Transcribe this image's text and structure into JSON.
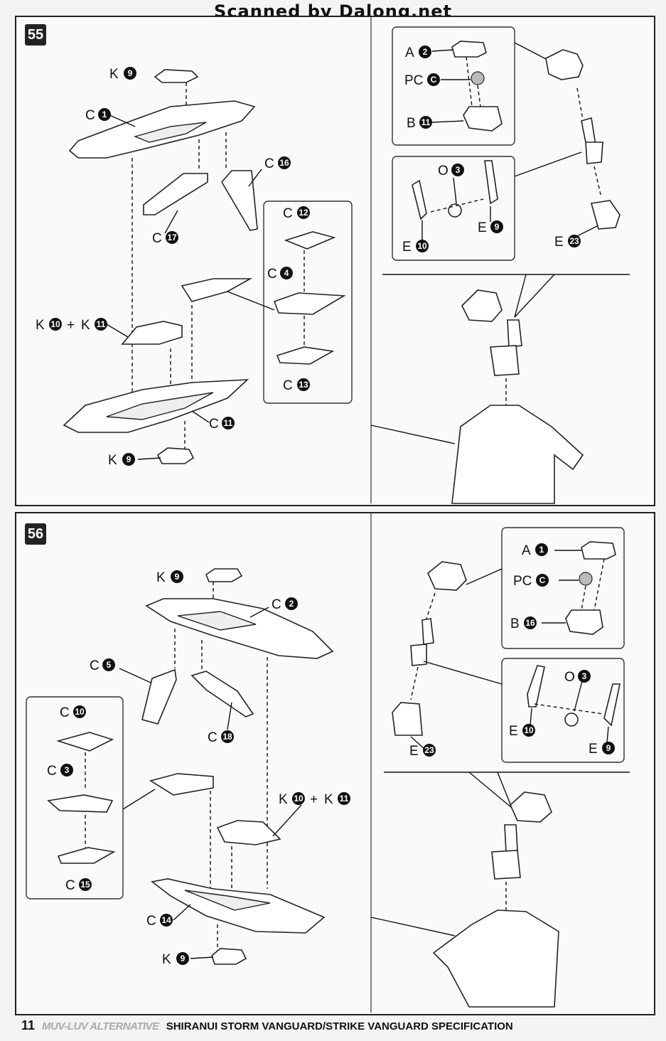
{
  "watermark": "Scanned by Dalong.net",
  "steps": [
    {
      "number": "55",
      "labels": {
        "k9_top": {
          "letter": "K",
          "num": "9"
        },
        "c1": {
          "letter": "C",
          "num": "1"
        },
        "c16": {
          "letter": "C",
          "num": "16"
        },
        "c17": {
          "letter": "C",
          "num": "17"
        },
        "c12": {
          "letter": "C",
          "num": "12"
        },
        "c4": {
          "letter": "C",
          "num": "4"
        },
        "c13": {
          "letter": "C",
          "num": "13"
        },
        "k10": {
          "letter": "K",
          "num": "10"
        },
        "k11": {
          "letter": "K",
          "num": "11"
        },
        "c11": {
          "letter": "C",
          "num": "11"
        },
        "k9_bottom": {
          "letter": "K",
          "num": "9"
        },
        "a2": {
          "letter": "A",
          "num": "2"
        },
        "pcc": {
          "letter": "PC",
          "num": "C"
        },
        "b11": {
          "letter": "B",
          "num": "11"
        },
        "o3": {
          "letter": "O",
          "num": "3"
        },
        "e9": {
          "letter": "E",
          "num": "9"
        },
        "e10": {
          "letter": "E",
          "num": "10"
        },
        "e23": {
          "letter": "E",
          "num": "23"
        }
      }
    },
    {
      "number": "56",
      "labels": {
        "k9_top": {
          "letter": "K",
          "num": "9"
        },
        "c2": {
          "letter": "C",
          "num": "2"
        },
        "c5": {
          "letter": "C",
          "num": "5"
        },
        "c18": {
          "letter": "C",
          "num": "18"
        },
        "c10": {
          "letter": "C",
          "num": "10"
        },
        "c3": {
          "letter": "C",
          "num": "3"
        },
        "c15": {
          "letter": "C",
          "num": "15"
        },
        "k10": {
          "letter": "K",
          "num": "10"
        },
        "k11": {
          "letter": "K",
          "num": "11"
        },
        "c14": {
          "letter": "C",
          "num": "14"
        },
        "k9_bottom": {
          "letter": "K",
          "num": "9"
        },
        "a1": {
          "letter": "A",
          "num": "1"
        },
        "pcc": {
          "letter": "PC",
          "num": "C"
        },
        "b16": {
          "letter": "B",
          "num": "16"
        },
        "o3": {
          "letter": "O",
          "num": "3"
        },
        "e10": {
          "letter": "E",
          "num": "10"
        },
        "e9": {
          "letter": "E",
          "num": "9"
        },
        "e23": {
          "letter": "E",
          "num": "23"
        }
      }
    }
  ],
  "plus": "+",
  "footer": {
    "page": "11",
    "series": "MUV-LUV ALTERNATIVE",
    "title": "SHIRANUI STORM VANGUARD/STRIKE VANGUARD SPECIFICATION"
  }
}
